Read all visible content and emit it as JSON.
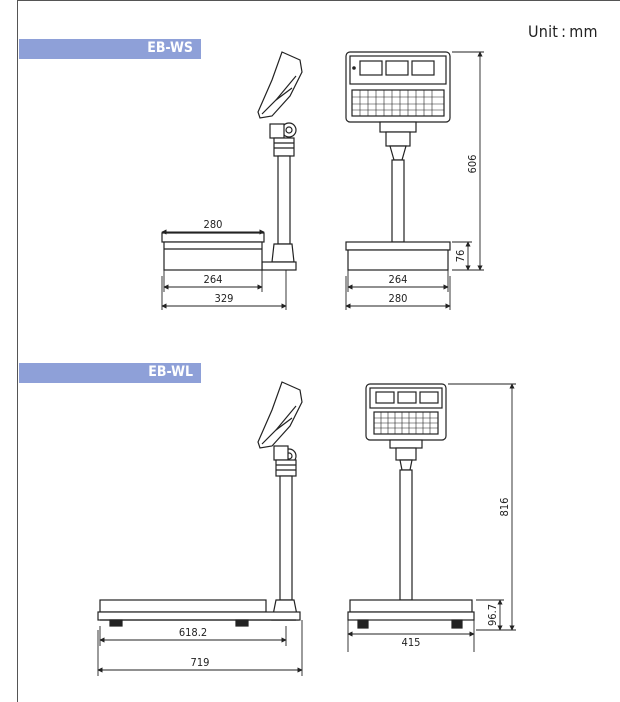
{
  "unit_label": "Unit : mm",
  "sections": [
    {
      "label": "EB-WS",
      "dims": {
        "a": "280",
        "b": "264",
        "c": "329",
        "d": "264",
        "e": "280",
        "h": "606",
        "p": "76"
      }
    },
    {
      "label": "EB-WL",
      "dims": {
        "a": "618.2",
        "b": "719",
        "c": "415",
        "h": "816",
        "p": "96.7"
      }
    }
  ]
}
